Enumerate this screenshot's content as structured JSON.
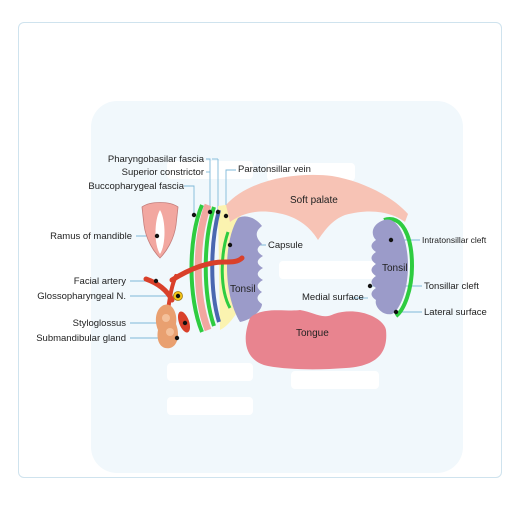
{
  "labels": {
    "pharyngobasilar_fascia": "Pharyngobasilar fascia",
    "superior_constrictor": "Superior constrictor",
    "buccopharyngeal_fascia": "Buccopharygeal fascia",
    "paratonsillar_vein": "Paratonsillar vein",
    "ramus_of_mandible": "Ramus of mandible",
    "capsule": "Capsule",
    "intratonsillar_cleft": "Intratonsillar cleft",
    "facial_artery": "Facial artery",
    "glossopharyngeal_n": "Glossopharyngeal N.",
    "tonsillar_cleft": "Tonsillar cleft",
    "medial_surface": "Medial surface",
    "lateral_surface": "Lateral surface",
    "styloglossus": "Styloglossus",
    "submandibular_gland": "Submandibular gland"
  },
  "regions": {
    "soft_palate": "Soft palate",
    "tonsil_left": "Tonsil",
    "tonsil_right": "Tonsil",
    "tongue": "Tongue"
  },
  "colors": {
    "border": "#cfe3ee",
    "panel": "#f1f8fc",
    "soft_palate": "#f7c3b5",
    "tonsil": "#9b9bc9",
    "green_layer": "#2ecc40",
    "pink_layer": "#f2a7a0",
    "blue_layer": "#4a67b0",
    "yellow_area": "#fbf3b0",
    "artery": "#d9402a",
    "tongue": "#e8848f",
    "gland": "#e9a070",
    "dot": "#111111",
    "leader": "#7fb9d9"
  }
}
